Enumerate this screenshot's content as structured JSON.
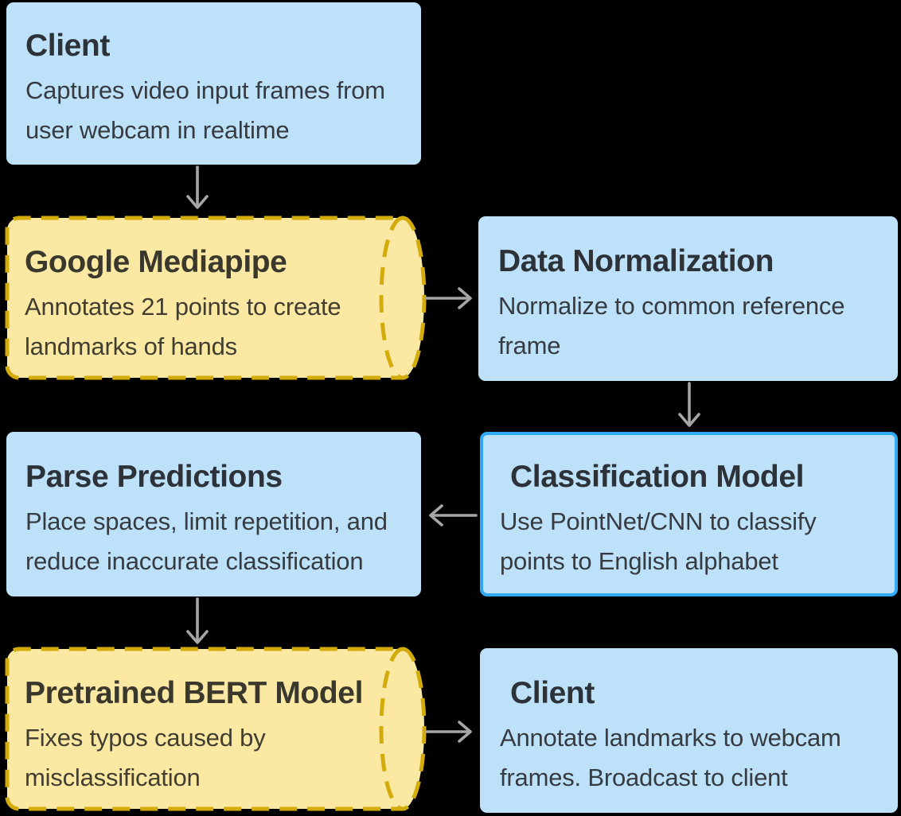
{
  "diagram": {
    "colors": {
      "box_blue_fill": "#BEE1FA",
      "box_blue_border": "#31A9F4",
      "cylinder_fill": "#FAE8A3",
      "cylinder_border": "#D3AC0B",
      "arrow": "#A6A6A6",
      "title_text": "#2C3238",
      "body_text": "#363B41",
      "cylinder_title_text": "#3A382C",
      "cylinder_body_text": "#413E31"
    },
    "nodes": {
      "client_top": {
        "shape": "rectangle",
        "title": "Client",
        "desc": "Captures video input frames from user webcam in realtime"
      },
      "google_mediapipe": {
        "shape": "cylinder",
        "title": "Google Mediapipe",
        "desc": "Annotates 21 points to create landmarks of hands"
      },
      "data_normalization": {
        "shape": "rectangle",
        "title": "Data Normalization",
        "desc": "Normalize to common reference frame"
      },
      "classification_model": {
        "shape": "rectangle-highlighted",
        "title": "Classification Model",
        "desc": "Use PointNet/CNN to classify points to English alphabet"
      },
      "parse_predictions": {
        "shape": "rectangle",
        "title": "Parse Predictions",
        "desc": "Place spaces, limit repetition, and reduce inaccurate classification"
      },
      "pretrained_bert": {
        "shape": "cylinder",
        "title": "Pretrained BERT Model",
        "desc": "Fixes typos caused by misclassification"
      },
      "client_bottom": {
        "shape": "rectangle",
        "title": "Client",
        "desc": "Annotate landmarks to webcam frames. Broadcast to client"
      }
    },
    "edges": [
      {
        "from": "client_top",
        "to": "google_mediapipe",
        "direction": "down"
      },
      {
        "from": "google_mediapipe",
        "to": "data_normalization",
        "direction": "right"
      },
      {
        "from": "data_normalization",
        "to": "classification_model",
        "direction": "down"
      },
      {
        "from": "classification_model",
        "to": "parse_predictions",
        "direction": "left"
      },
      {
        "from": "parse_predictions",
        "to": "pretrained_bert",
        "direction": "down"
      },
      {
        "from": "pretrained_bert",
        "to": "client_bottom",
        "direction": "right"
      }
    ]
  }
}
